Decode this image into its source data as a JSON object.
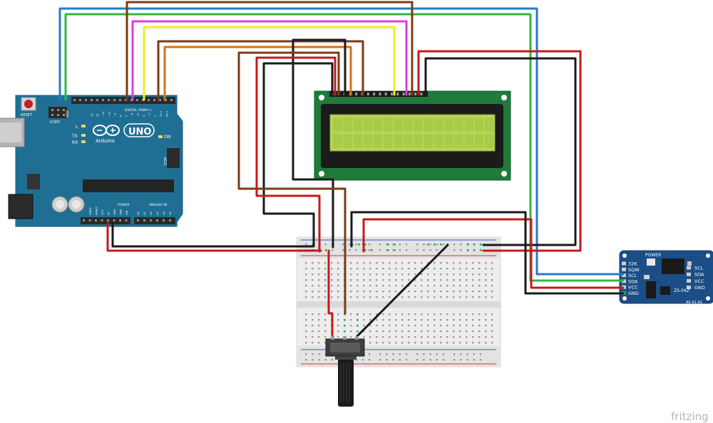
{
  "arduino": {
    "reset_label": "RESET",
    "icsp2_label": "ICSP2",
    "icsp_label": "ICSP",
    "l_label": "L",
    "tx_label": "TX",
    "rx_label": "RX",
    "uno_label": "UNO",
    "brand_label": "Arduino",
    "on_label": "ON",
    "digital_label": "DIGITAL (PWM~)",
    "power_label": "POWER",
    "analog_label": "ANALOG IN",
    "aref_label": "AREF",
    "top_pins": [
      "13",
      "12",
      "~11",
      "~10",
      "~9",
      "8",
      "7",
      "~6",
      "~5",
      "4",
      "~3",
      "2",
      "TX 1",
      "RX 0"
    ],
    "power_pins": [
      "IOREF",
      "RESET",
      "3V3",
      "5V",
      "GND",
      "GND",
      "VIN"
    ],
    "analog_pins": [
      "A0",
      "A1",
      "A2",
      "A3",
      "A4",
      "A5"
    ]
  },
  "rtc": {
    "power_label": "POWER",
    "model_label": "ZS-042",
    "left_pins": [
      "32K",
      "SQW",
      "SCL",
      "SDA",
      "VCC",
      "GND"
    ],
    "right_pins": [
      "SCL",
      "SDA",
      "VCC",
      "GND"
    ],
    "addr_label": "A0 A1 A2"
  },
  "watermark": "fritzing",
  "colors": {
    "arduino_blue": "#1f6f94",
    "lcd_green": "#1e7b3a",
    "lcd_screen": "#b5d657",
    "rtc_blue": "#1b4e87",
    "wire_red": "#c6191b",
    "wire_black": "#1a1a1a",
    "wire_blue": "#2a79c9",
    "wire_green": "#2fb843",
    "wire_brown": "#7a3b14",
    "wire_yellow": "#eeee22",
    "wire_magenta": "#e23ce0",
    "wire_orange": "#d2731c"
  }
}
